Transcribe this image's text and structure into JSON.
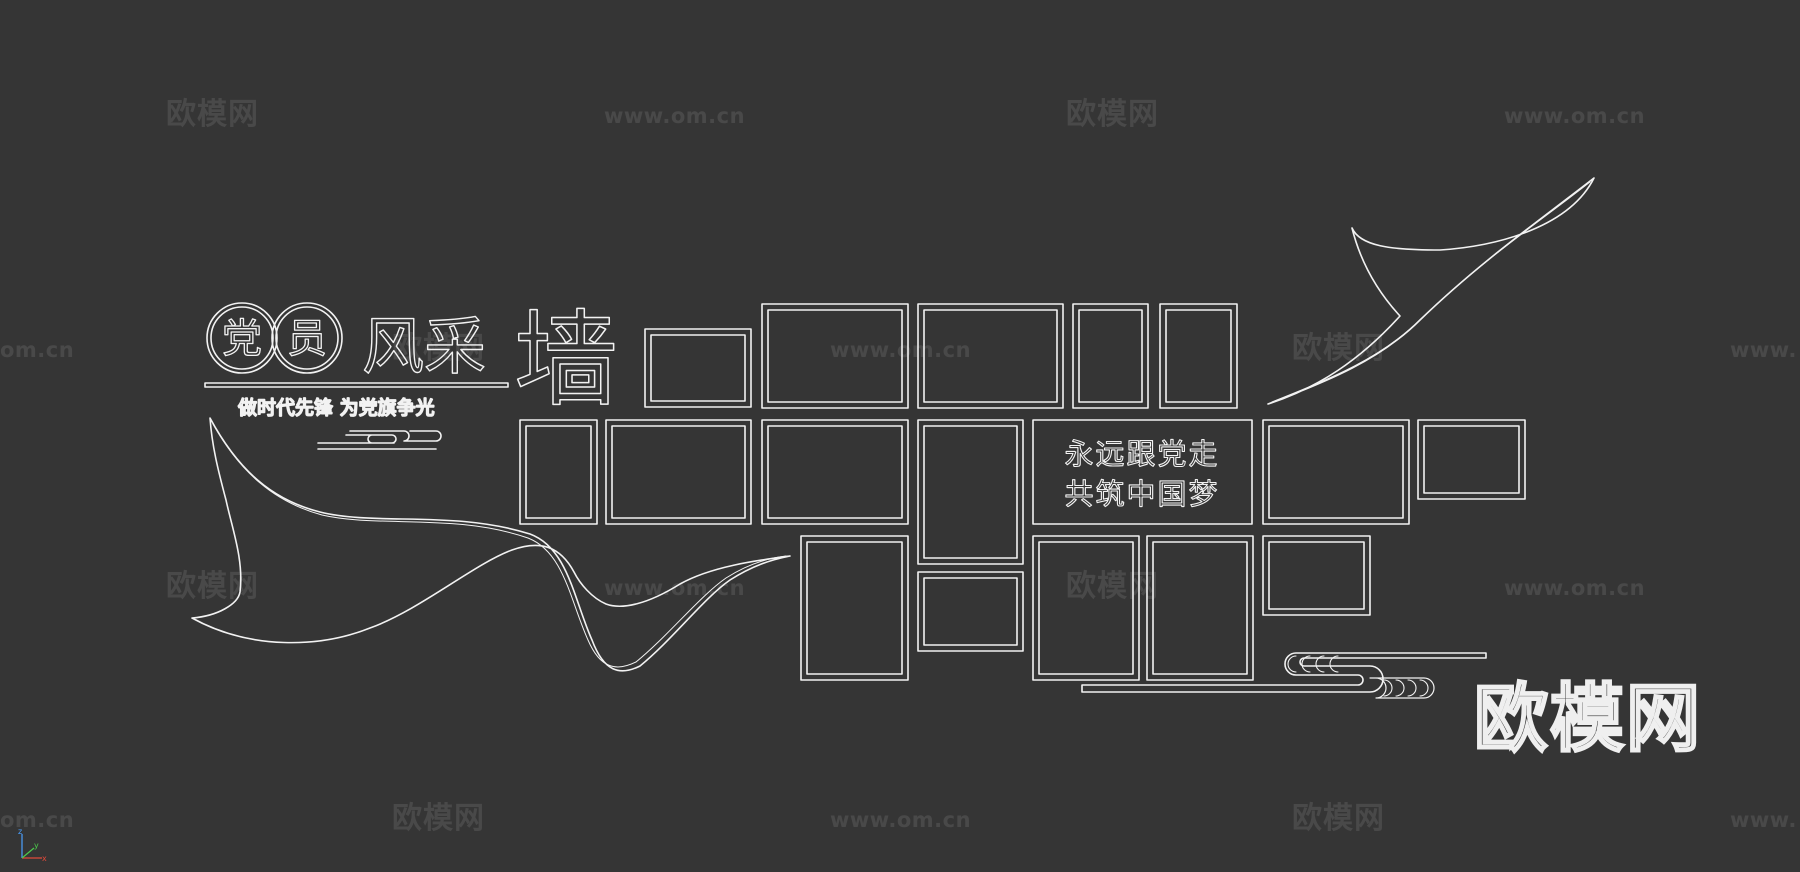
{
  "title": {
    "circle_chars": [
      "党",
      "员"
    ],
    "main_text": "风采",
    "big_char": "墙",
    "subtitle": "做时代先锋 为党旗争光"
  },
  "center_panel": {
    "line1": "永远跟党走",
    "line2": "共筑中国梦"
  },
  "watermarks": {
    "brand": "欧模网",
    "url": "www.om.cn",
    "url_partial": "om.cn",
    "url_prefix": "www."
  },
  "colors": {
    "background": "#353535",
    "line": "#f2f2f2",
    "watermark": "rgba(255,255,255,0.10)"
  },
  "axis_gizmo": {
    "labels": [
      "z",
      "y",
      "x"
    ]
  }
}
